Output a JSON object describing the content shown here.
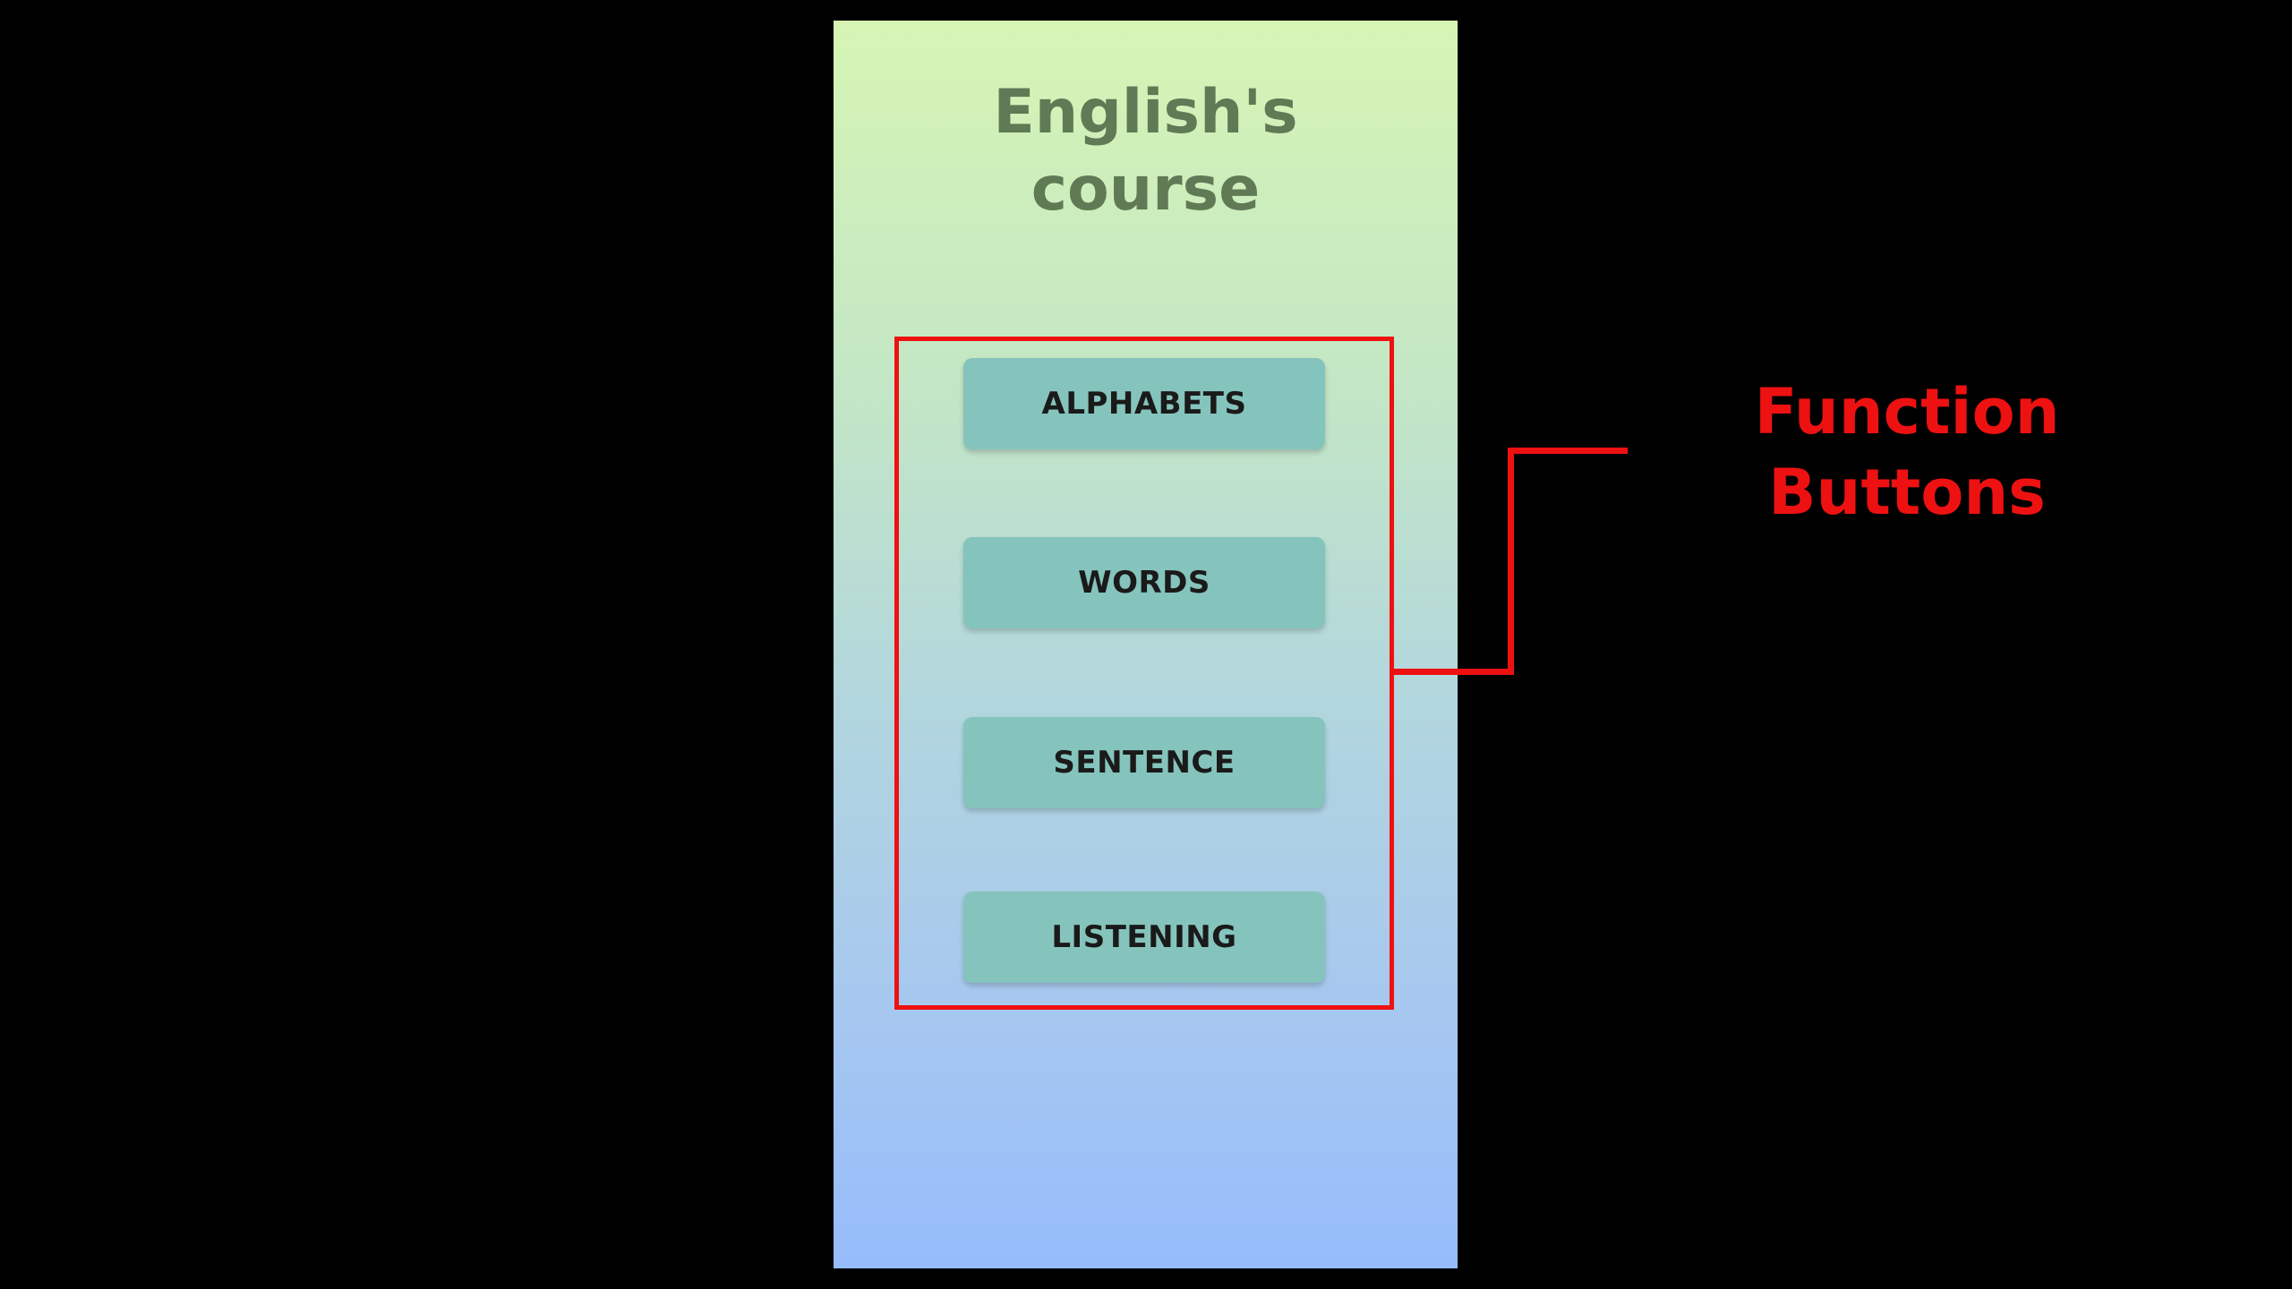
{
  "app": {
    "title_line1": "English's",
    "title_line2": "course"
  },
  "buttons": [
    {
      "label": "ALPHABETS"
    },
    {
      "label": "WORDS"
    },
    {
      "label": "SENTENCE"
    },
    {
      "label": "LISTENING"
    }
  ],
  "annotation": {
    "line1": "Function",
    "line2": "Buttons"
  },
  "colors": {
    "background": "#000000",
    "gradient_top": "#d6f5b4",
    "gradient_bottom": "#96bcfc",
    "title": "#5f7a55",
    "button": "#85c4bc",
    "button_text": "#1a1a1a",
    "highlight": "#ee1111"
  }
}
